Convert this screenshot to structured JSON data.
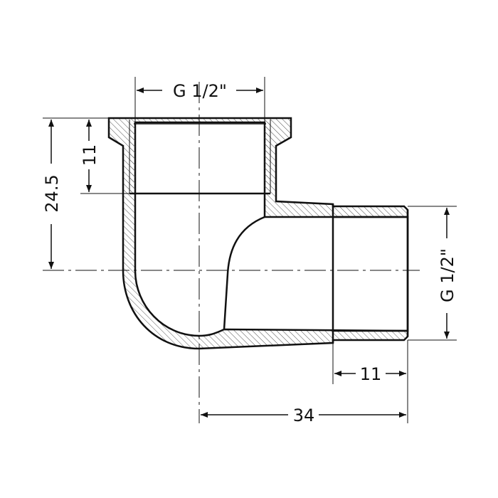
{
  "dimensions": {
    "top_thread": "G 1/2\"",
    "right_thread": "G 1/2\"",
    "left_height": "24.5",
    "left_thread_depth": "11",
    "bottom_thread_length": "11",
    "bottom_length": "34"
  },
  "colors": {
    "line": "#111111",
    "hatch": "#555555",
    "background": "#ffffff"
  }
}
